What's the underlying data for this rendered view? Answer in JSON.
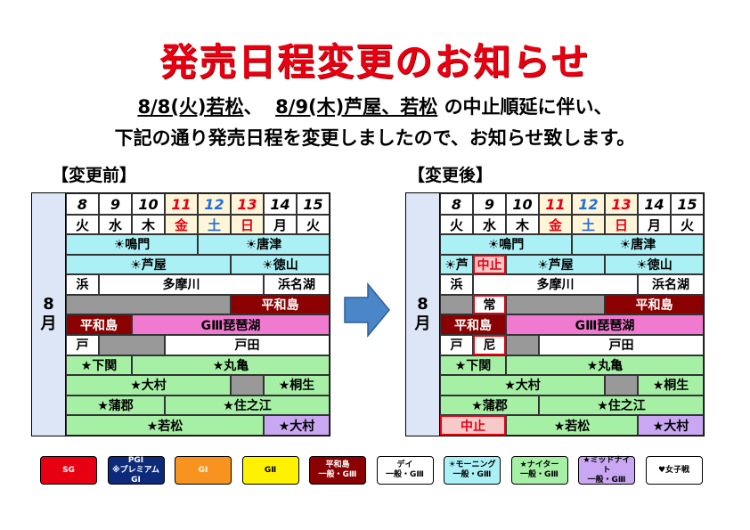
{
  "title": "発売日程変更のお知らせ",
  "notice": {
    "line1_a": "8/8(火)若松",
    "line1_sep": "、",
    "line1_b": "8/9(木)芦屋、若松",
    "line1_c": "の中止順延に伴い、",
    "line2": "下記の通り発売日程を変更しましたので、お知らせ致します。"
  },
  "before_label": "【変更前】",
  "after_label": "【変更後】",
  "month_label": [
    "8",
    "月"
  ],
  "days": [
    "8",
    "9",
    "10",
    "11",
    "12",
    "13",
    "14",
    "15"
  ],
  "dows": [
    "火",
    "水",
    "木",
    "金",
    "土",
    "日",
    "月",
    "火"
  ],
  "colors": {
    "sg": "#e60012",
    "pg1": "#0d2a7a",
    "g1": "#f7931e",
    "g2": "#fff200",
    "g3": "#8b0000",
    "day": "#ffffff",
    "morning": "#aaf0f5",
    "nighter": "#a6f0a6",
    "midnight": "#c9a7f2",
    "ladies": "#f9b3d0",
    "gray": "#999999",
    "hiro": "#f07ad0"
  },
  "before": [
    {
      "row": 0,
      "start": 0,
      "span": 4,
      "label": "☀鳴門",
      "type": "morning"
    },
    {
      "row": 0,
      "start": 4,
      "span": 4,
      "label": "☀唐津",
      "type": "morning"
    },
    {
      "row": 1,
      "start": 0,
      "span": 5,
      "label": "☀芦屋",
      "type": "morning"
    },
    {
      "row": 1,
      "start": 5,
      "span": 3,
      "label": "☀徳山",
      "type": "morning"
    },
    {
      "row": 2,
      "start": 0,
      "span": 1,
      "label": "浜",
      "type": "day"
    },
    {
      "row": 2,
      "start": 1,
      "span": 5,
      "label": "多摩川",
      "type": "day"
    },
    {
      "row": 2,
      "start": 6,
      "span": 2,
      "label": "浜名湖",
      "type": "day"
    },
    {
      "row": 3,
      "start": 0,
      "span": 5,
      "label": "",
      "type": "gray"
    },
    {
      "row": 3,
      "start": 5,
      "span": 3,
      "label": "平和島",
      "type": "g3"
    },
    {
      "row": 4,
      "start": 0,
      "span": 2,
      "label": "平和島",
      "type": "g3"
    },
    {
      "row": 4,
      "start": 2,
      "span": 6,
      "label": "GⅢ琵琶湖",
      "type": "hiro"
    },
    {
      "row": 5,
      "start": 0,
      "span": 1,
      "label": "戸",
      "type": "day"
    },
    {
      "row": 5,
      "start": 1,
      "span": 2,
      "label": "",
      "type": "gray"
    },
    {
      "row": 5,
      "start": 3,
      "span": 5,
      "label": "戸田",
      "type": "day"
    },
    {
      "row": 6,
      "start": 0,
      "span": 2,
      "label": "★下関",
      "type": "nighter"
    },
    {
      "row": 6,
      "start": 2,
      "span": 6,
      "label": "★丸亀",
      "type": "nighter"
    },
    {
      "row": 7,
      "start": 0,
      "span": 5,
      "label": "★大村",
      "type": "nighter"
    },
    {
      "row": 7,
      "start": 5,
      "span": 1,
      "label": "",
      "type": "gray"
    },
    {
      "row": 7,
      "start": 6,
      "span": 2,
      "label": "★桐生",
      "type": "nighter"
    },
    {
      "row": 8,
      "start": 0,
      "span": 3,
      "label": "★蒲郡",
      "type": "nighter"
    },
    {
      "row": 8,
      "start": 3,
      "span": 5,
      "label": "★住之江",
      "type": "nighter"
    },
    {
      "row": 9,
      "start": 0,
      "span": 6,
      "label": "★若松",
      "type": "nighter"
    },
    {
      "row": 9,
      "start": 6,
      "span": 2,
      "label": "★大村",
      "type": "midnight"
    }
  ],
  "after": [
    {
      "row": 0,
      "start": 0,
      "span": 4,
      "label": "☀鳴門",
      "type": "morning"
    },
    {
      "row": 0,
      "start": 4,
      "span": 4,
      "label": "☀唐津",
      "type": "morning"
    },
    {
      "row": 1,
      "start": 0,
      "span": 1,
      "label": "☀芦",
      "type": "morning"
    },
    {
      "row": 1,
      "start": 1,
      "span": 1,
      "label": "中止",
      "type": "stop"
    },
    {
      "row": 1,
      "start": 2,
      "span": 3,
      "label": "☀芦屋",
      "type": "morning"
    },
    {
      "row": 1,
      "start": 5,
      "span": 3,
      "label": "☀徳山",
      "type": "morning"
    },
    {
      "row": 2,
      "start": 0,
      "span": 1,
      "label": "浜",
      "type": "day"
    },
    {
      "row": 2,
      "start": 1,
      "span": 5,
      "label": "多摩川",
      "type": "day"
    },
    {
      "row": 2,
      "start": 6,
      "span": 2,
      "label": "浜名湖",
      "type": "day"
    },
    {
      "row": 3,
      "start": 0,
      "span": 1,
      "label": "",
      "type": "gray"
    },
    {
      "row": 3,
      "start": 1,
      "span": 1,
      "label": "常",
      "type": "redbox"
    },
    {
      "row": 3,
      "start": 2,
      "span": 3,
      "label": "",
      "type": "gray"
    },
    {
      "row": 3,
      "start": 5,
      "span": 3,
      "label": "平和島",
      "type": "g3"
    },
    {
      "row": 4,
      "start": 0,
      "span": 2,
      "label": "平和島",
      "type": "g3"
    },
    {
      "row": 4,
      "start": 2,
      "span": 6,
      "label": "GⅢ琵琶湖",
      "type": "hiro"
    },
    {
      "row": 5,
      "start": 0,
      "span": 1,
      "label": "戸",
      "type": "day"
    },
    {
      "row": 5,
      "start": 1,
      "span": 1,
      "label": "尼",
      "type": "redbox"
    },
    {
      "row": 5,
      "start": 2,
      "span": 1,
      "label": "",
      "type": "gray"
    },
    {
      "row": 5,
      "start": 3,
      "span": 5,
      "label": "戸田",
      "type": "day"
    },
    {
      "row": 6,
      "start": 0,
      "span": 2,
      "label": "★下関",
      "type": "nighter"
    },
    {
      "row": 6,
      "start": 2,
      "span": 6,
      "label": "★丸亀",
      "type": "nighter"
    },
    {
      "row": 7,
      "start": 0,
      "span": 5,
      "label": "★大村",
      "type": "nighter"
    },
    {
      "row": 7,
      "start": 5,
      "span": 1,
      "label": "",
      "type": "gray"
    },
    {
      "row": 7,
      "start": 6,
      "span": 2,
      "label": "★桐生",
      "type": "nighter"
    },
    {
      "row": 8,
      "start": 0,
      "span": 3,
      "label": "★蒲郡",
      "type": "nighter"
    },
    {
      "row": 8,
      "start": 3,
      "span": 5,
      "label": "★住之江",
      "type": "nighter"
    },
    {
      "row": 9,
      "start": 0,
      "span": 2,
      "label": "中止",
      "type": "stop"
    },
    {
      "row": 9,
      "start": 2,
      "span": 4,
      "label": "★若松",
      "type": "nighter"
    },
    {
      "row": 9,
      "start": 6,
      "span": 2,
      "label": "★大村",
      "type": "midnight"
    }
  ],
  "legend": [
    {
      "lines": [
        "SG"
      ],
      "type": "sg"
    },
    {
      "lines": [
        "PGⅠ",
        "※プレミアムGⅠ"
      ],
      "type": "pg1"
    },
    {
      "lines": [
        "GⅠ"
      ],
      "type": "g1"
    },
    {
      "lines": [
        "GⅡ"
      ],
      "type": "g2"
    },
    {
      "lines": [
        "平和島",
        "一般・GⅢ"
      ],
      "type": "g3"
    },
    {
      "lines": [
        "デイ",
        "一般・GⅢ"
      ],
      "type": "day"
    },
    {
      "lines": [
        "☀モーニング",
        "一般・GⅢ"
      ],
      "type": "morning"
    },
    {
      "lines": [
        "★ナイター",
        "一般・GⅢ"
      ],
      "type": "nighter"
    },
    {
      "lines": [
        "★ミッドナイト",
        "一般・GⅢ"
      ],
      "type": "midnight"
    },
    {
      "lines": [
        "♥女子戦"
      ],
      "type": "ladies"
    }
  ]
}
